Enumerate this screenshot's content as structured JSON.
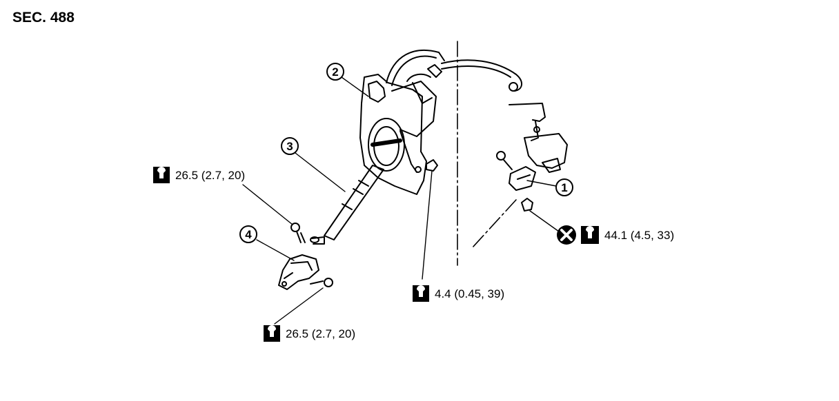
{
  "section_label": "SEC. 488",
  "parts": [
    {
      "id": "1",
      "label": "1"
    },
    {
      "id": "2",
      "label": "2"
    },
    {
      "id": "3",
      "label": "3"
    },
    {
      "id": "4",
      "label": "4"
    }
  ],
  "torque_specs": [
    {
      "id": "t1",
      "text": "26.5 (2.7, 20)"
    },
    {
      "id": "t2",
      "text": "26.5 (2.7, 20)"
    },
    {
      "id": "t3",
      "text": "4.4 (0.45, 39)"
    },
    {
      "id": "t4",
      "text": "44.1 (4.5, 33)"
    }
  ],
  "icons": {
    "torque": "torque-wrench-icon",
    "do_not_reuse": "do-not-reuse-icon"
  }
}
